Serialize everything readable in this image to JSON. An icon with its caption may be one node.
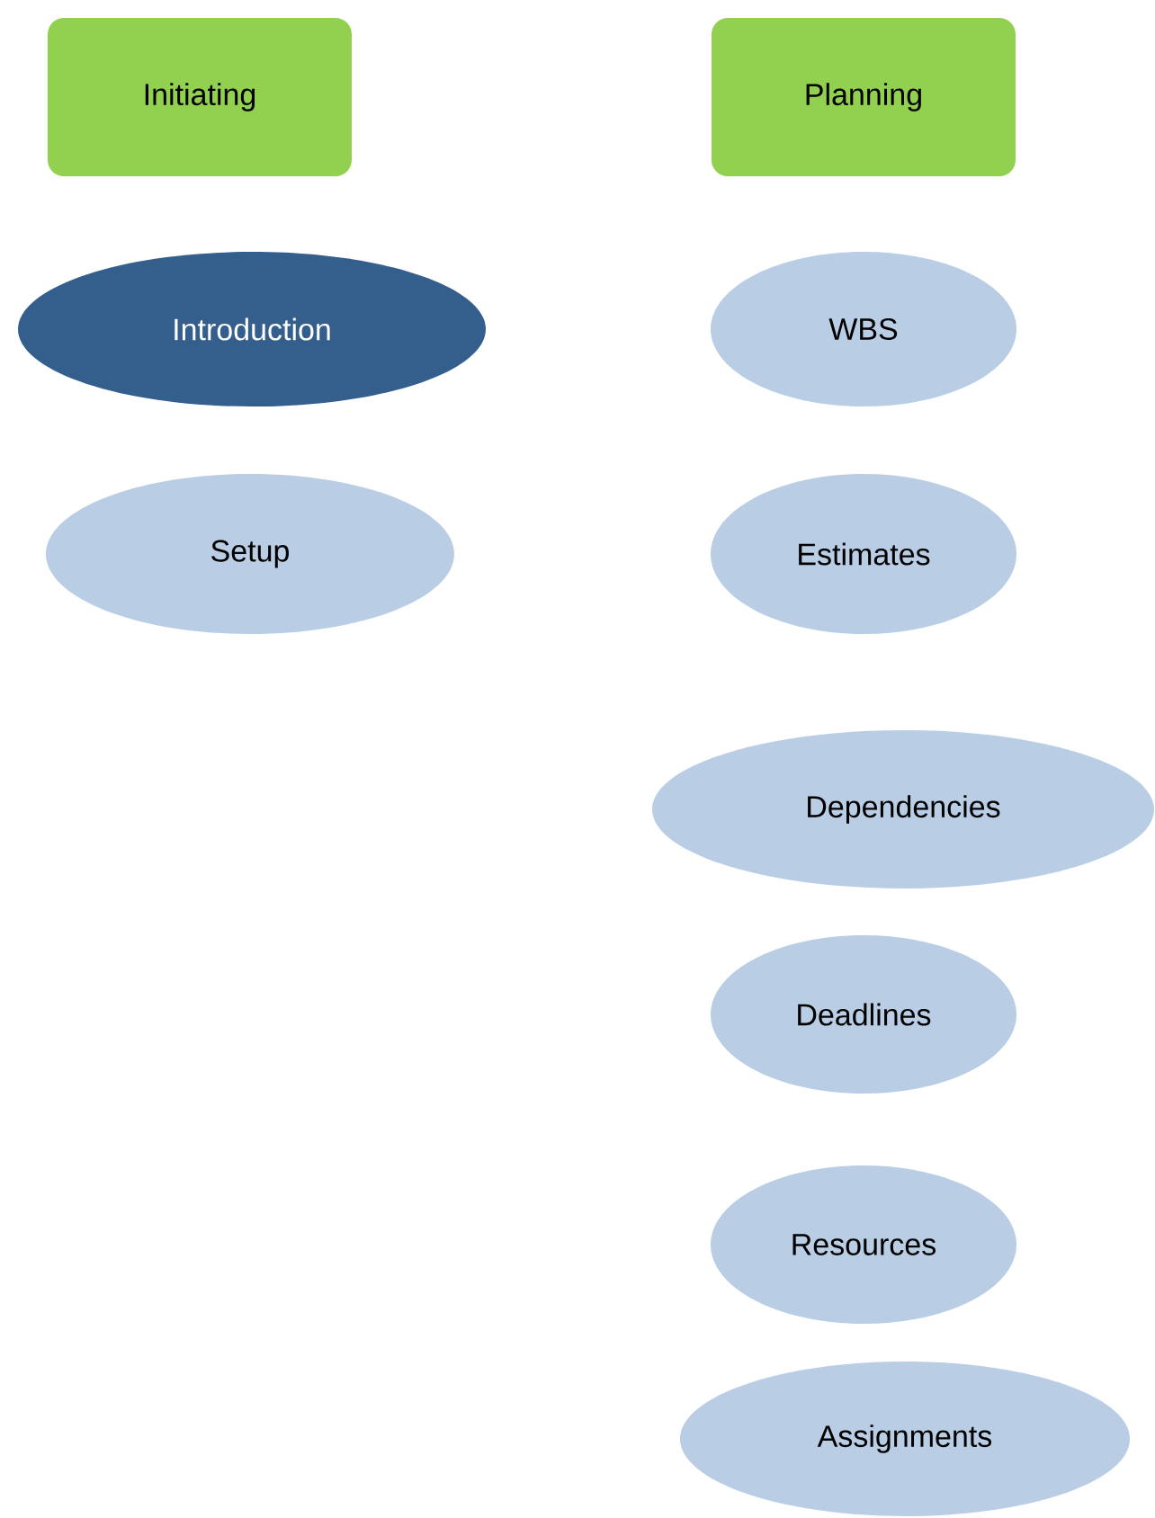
{
  "diagram": {
    "nodes": [
      {
        "text": [
          "Initiating"
        ]
      },
      {
        "text": [
          "Planning"
        ]
      },
      {
        "text": [
          "Introduction"
        ]
      },
      {
        "text": [
          "Setup"
        ]
      },
      {
        "text": [
          "WBS"
        ]
      },
      {
        "text": [
          "Estimates"
        ]
      },
      {
        "text": [
          "Dependencies"
        ]
      },
      {
        "text": [
          "Deadlines"
        ]
      },
      {
        "text": [
          "Resources"
        ]
      },
      {
        "text": [
          "Assignments"
        ]
      }
    ]
  }
}
